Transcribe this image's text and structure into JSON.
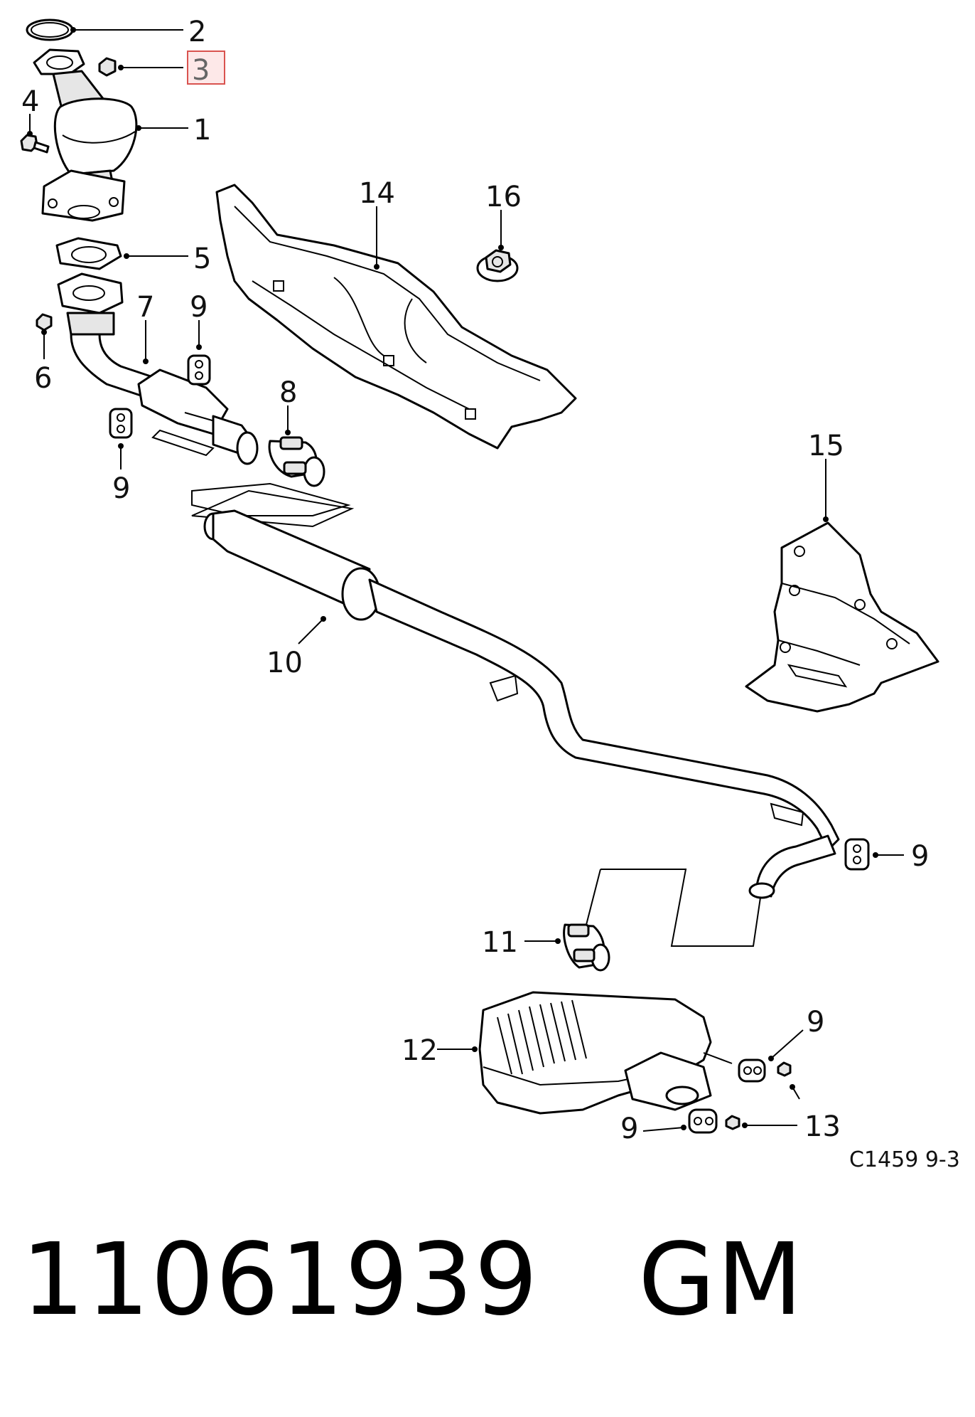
{
  "callouts": [
    "1",
    "2",
    "3",
    "4",
    "5",
    "6",
    "7",
    "8",
    "9",
    "10",
    "11",
    "12",
    "13",
    "14",
    "15",
    "16"
  ],
  "callout_9": "9",
  "highlighted_callout": "3",
  "highlight_color": "#d9534f",
  "drawing_code": "C1459 9-3",
  "part_number": "11061939",
  "brand": "GM"
}
